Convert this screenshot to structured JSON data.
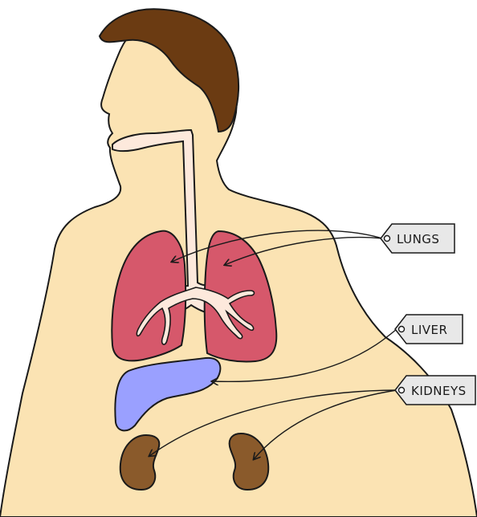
{
  "labels": {
    "lungs": "LUNGS",
    "liver": "LIVER",
    "kidneys": "KIDNEYS"
  },
  "colors": {
    "skin": "#fbe3b3",
    "hair": "#6b3b12",
    "lungs": "#d6586b",
    "liver": "#9aa0ff",
    "kidneys": "#8a5a2b",
    "trachea": "#fde9dc",
    "tag": "#e8e8e8",
    "outline": "#1a1a1a"
  }
}
